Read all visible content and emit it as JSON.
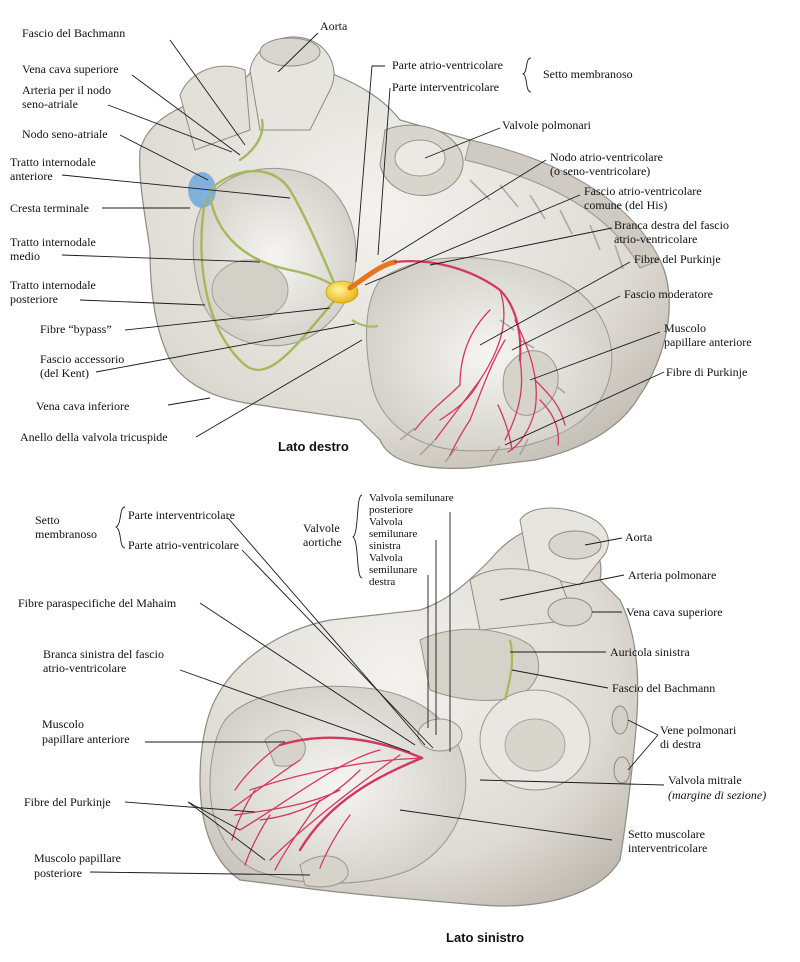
{
  "colors": {
    "tissue": "#e9e7e2",
    "tissue_shade": "#c9c6be",
    "tissue_dark": "#a9a59c",
    "purkinje": "#d4385f",
    "internodal": "#a6b85a",
    "av_node": "#f3d21d",
    "sa_node": "#6fa8dc"
  },
  "right_view": {
    "caption": "Lato destro",
    "labels": {
      "fascio_bachmann": "Fascio del Bachmann",
      "aorta": "Aorta",
      "vena_cava_superiore": "Vena cava superiore",
      "arteria_nodo_1": "Arteria per il nodo",
      "arteria_nodo_2": "seno-atriale",
      "nodo_seno_atriale": "Nodo seno-atriale",
      "tratto_anteriore_1": "Tratto internodale",
      "tratto_anteriore_2": "anteriore",
      "cresta_terminale": "Cresta terminale",
      "tratto_medio_1": "Tratto internodale",
      "tratto_medio_2": "medio",
      "tratto_posteriore_1": "Tratto internodale",
      "tratto_posteriore_2": "posteriore",
      "fibre_bypass": "Fibre “bypass”",
      "fascio_kent_1": "Fascio accessorio",
      "fascio_kent_2": "(del Kent)",
      "vena_cava_inferiore": "Vena cava inferiore",
      "anello_tricuspide": "Anello della valvola tricuspide",
      "parte_atrio_ventricolare": "Parte atrio-ventricolare",
      "parte_interventricolare": "Parte interventricolare",
      "setto_membranoso": "Setto membranoso",
      "valvole_polmonari": "Valvole polmonari",
      "nodo_av_1": "Nodo atrio-ventricolare",
      "nodo_av_2": "(o seno-ventricolare)",
      "fascio_his_1": "Fascio atrio-ventricolare",
      "fascio_his_2": "comune (del His)",
      "branca_destra_1": "Branca destra del fascio",
      "branca_destra_2": "atrio-ventricolare",
      "fibre_purkinje_1": "Fibre del Purkinje",
      "fascio_moderatore": "Fascio moderatore",
      "muscolo_pap_ant_1": "Muscolo",
      "muscolo_pap_ant_2": "papillare anteriore",
      "fibre_purkinje_2": "Fibre di Purkinje"
    }
  },
  "left_view": {
    "caption": "Lato sinistro",
    "labels": {
      "setto_membranoso_1": "Setto",
      "setto_membranoso_2": "membranoso",
      "parte_interventricolare": "Parte interventricolare",
      "parte_atrio_ventricolare": "Parte atrio-ventricolare",
      "valvole_aortiche_1": "Valvole",
      "valvole_aortiche_2": "aortiche",
      "semilunare_post_1": "Valvola semilunare",
      "semilunare_post_2": "posteriore",
      "semilunare_sin_1": "Valvola",
      "semilunare_sin_2": "semilunare",
      "semilunare_sin_3": "sinistra",
      "semilunare_dex_1": "Valvola",
      "semilunare_dex_2": "semilunare",
      "semilunare_dex_3": "destra",
      "aorta": "Aorta",
      "arteria_polmonare": "Arteria polmonare",
      "vena_cava_superiore": "Vena cava superiore",
      "fibre_mahaim": "Fibre paraspecifiche del Mahaim",
      "branca_sinistra_1": "Branca sinistra del fascio",
      "branca_sinistra_2": "atrio-ventricolare",
      "auricola_sinistra": "Auricola sinistra",
      "fascio_bachmann": "Fascio del Bachmann",
      "muscolo_pap_ant_1": "Muscolo",
      "muscolo_pap_ant_2": "papillare anteriore",
      "vene_polmonari_1": "Vene polmonari",
      "vene_polmonari_2": "di destra",
      "fibre_purkinje": "Fibre del Purkinje",
      "valvola_mitrale_1": "Valvola mitrale",
      "valvola_mitrale_2": "(margine di sezione)",
      "setto_muscolare_1": "Setto muscolare",
      "setto_muscolare_2": "interventricolare",
      "muscolo_pap_post_1": "Muscolo papillare",
      "muscolo_pap_post_2": "posteriore"
    }
  }
}
